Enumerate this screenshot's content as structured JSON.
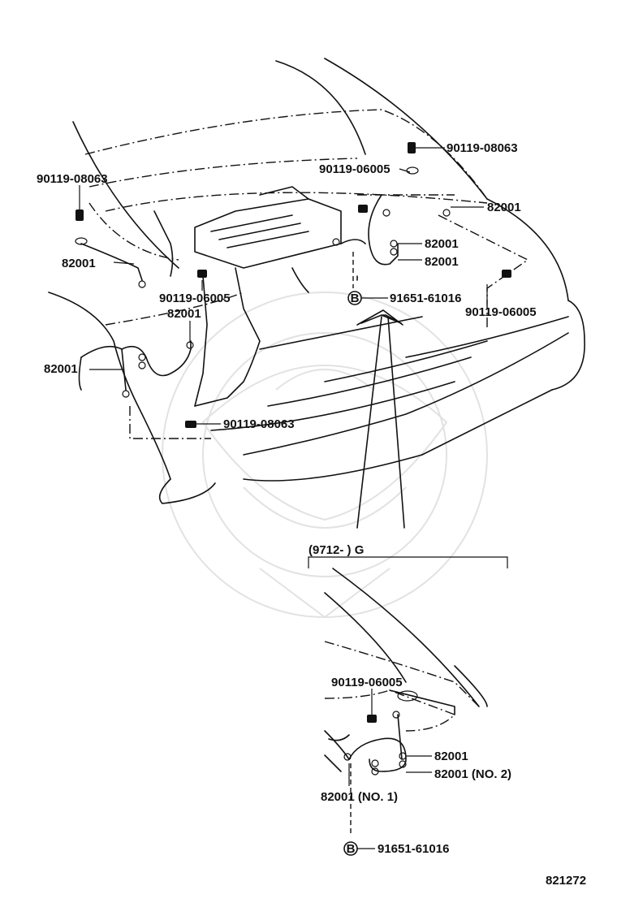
{
  "labels": {
    "bolt_top_right": "90119-08063",
    "bolt_top_left": "90119-08063",
    "bolt_center_top": "90119-06005",
    "clamp_right_1": "82001",
    "clamp_right_2": "82001",
    "clamp_right_3": "82001",
    "clamp_left_1": "82001",
    "bolt_center_left": "90119-06005",
    "clamp_left_2": "82001",
    "clamp_left_3": "82001",
    "connector_b_main": "91651-61016",
    "bolt_right_lower": "90119-06005",
    "bolt_bottom_left": "90119-08063",
    "variant_label": "(9712-        ) G",
    "detail_bolt": "90119-06005",
    "detail_clamp_1": "82001",
    "detail_clamp_2": "82001 (NO. 2)",
    "detail_clamp_3": "82001 (NO. 1)",
    "detail_connector_b": "91651-61016",
    "diagram_number": "821272"
  },
  "callout_letter": "B"
}
